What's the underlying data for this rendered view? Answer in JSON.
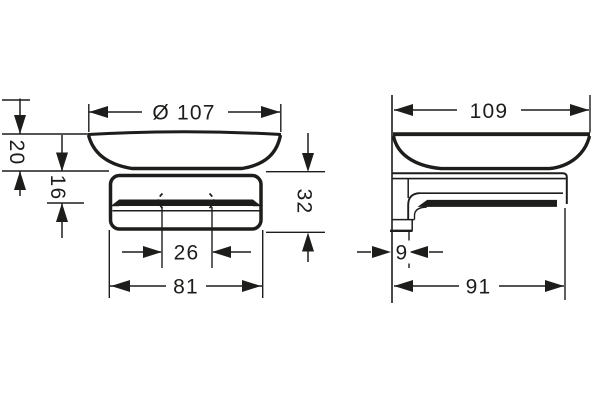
{
  "drawing": {
    "line_color": "#1d1d1b",
    "front_view": {
      "diameter": "Ø 107",
      "dish_height": "20",
      "holder_inset": "16",
      "slot_width": "26",
      "holder_width": "81",
      "holder_height": "32"
    },
    "side_view": {
      "overall_width": "109",
      "wall_plate_depth": "9",
      "projection": "91"
    }
  }
}
